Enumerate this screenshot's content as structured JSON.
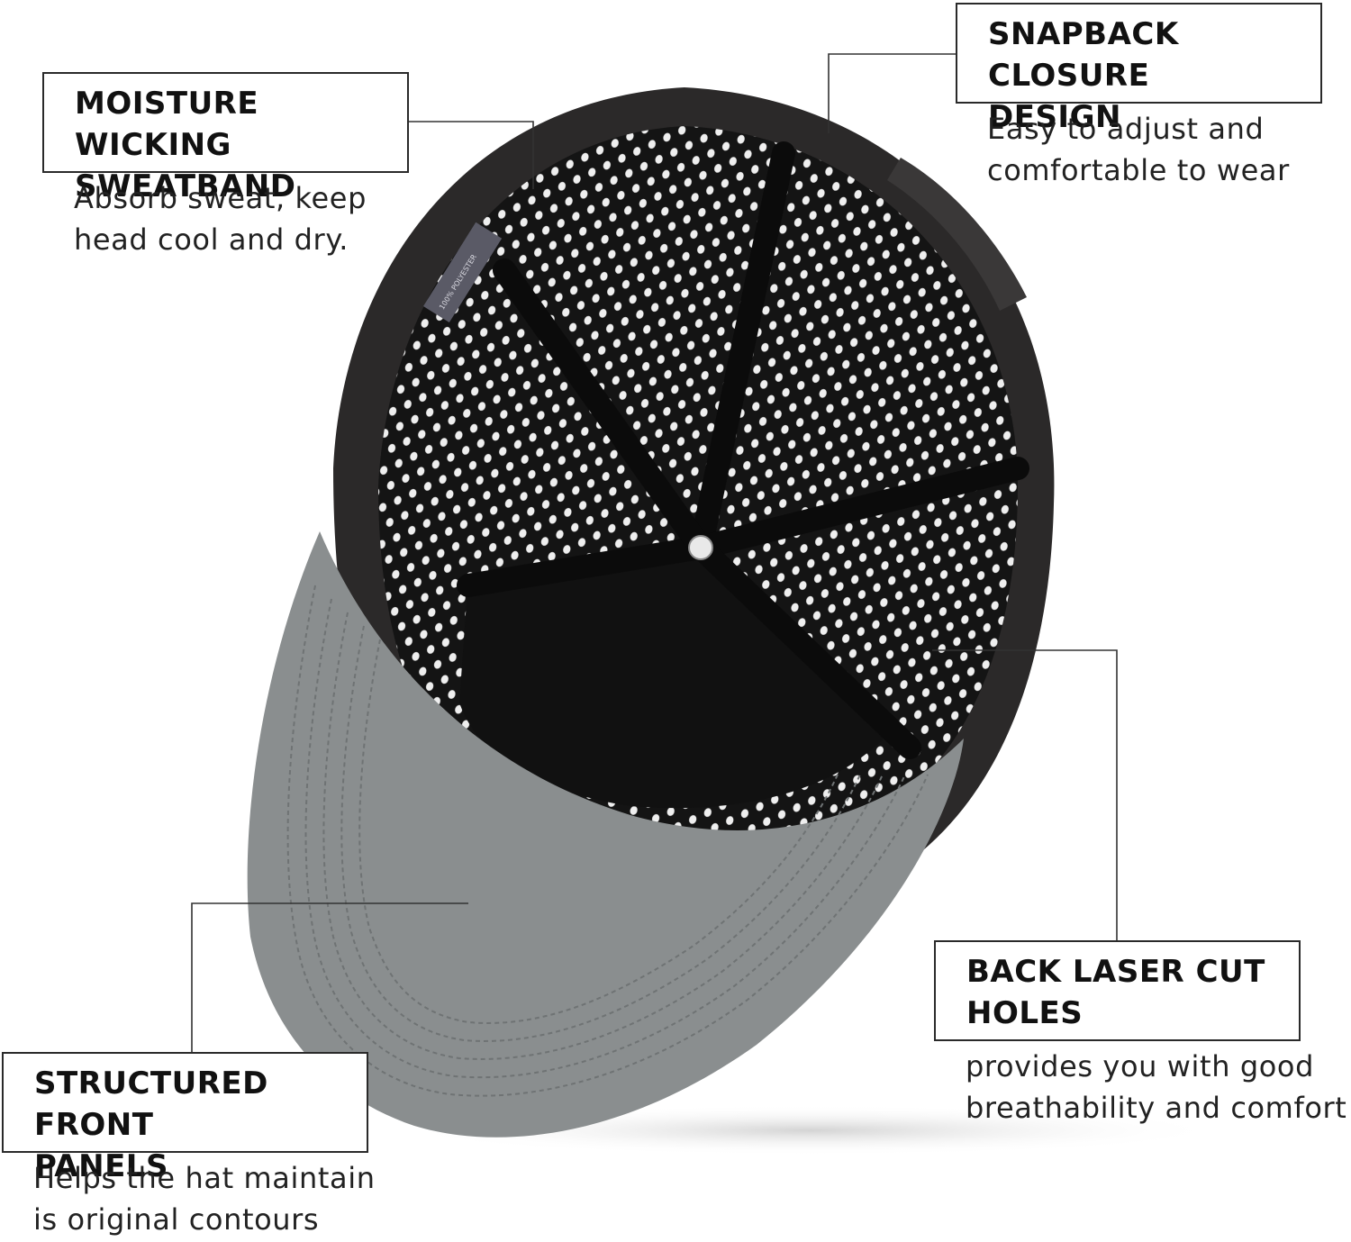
{
  "product_image": {
    "subject": "hat-underside",
    "label_tag": "100% POLYESTER"
  },
  "colors": {
    "brim_gray": "#8a8e8f",
    "crown_black": "#161616",
    "mesh_dots": "#f2f2f2",
    "outline": "#2a2a2a"
  },
  "callouts": {
    "sweatband": {
      "title": "MOISTURE WICKING\nSWEATBAND",
      "desc": "Absorb sweat, keep\nhead cool and dry."
    },
    "snapback": {
      "title": "SNAPBACK CLOSURE\nDESIGN",
      "desc": "Easy to adjust and\ncomfortable to wear"
    },
    "laser": {
      "title": "BACK LASER CUT\nHOLES",
      "desc": "provides you with good\nbreathability and comfort"
    },
    "front": {
      "title": "STRUCTURED FRONT\nPANELS",
      "desc": "Helps the hat maintain\nis original contours"
    }
  }
}
